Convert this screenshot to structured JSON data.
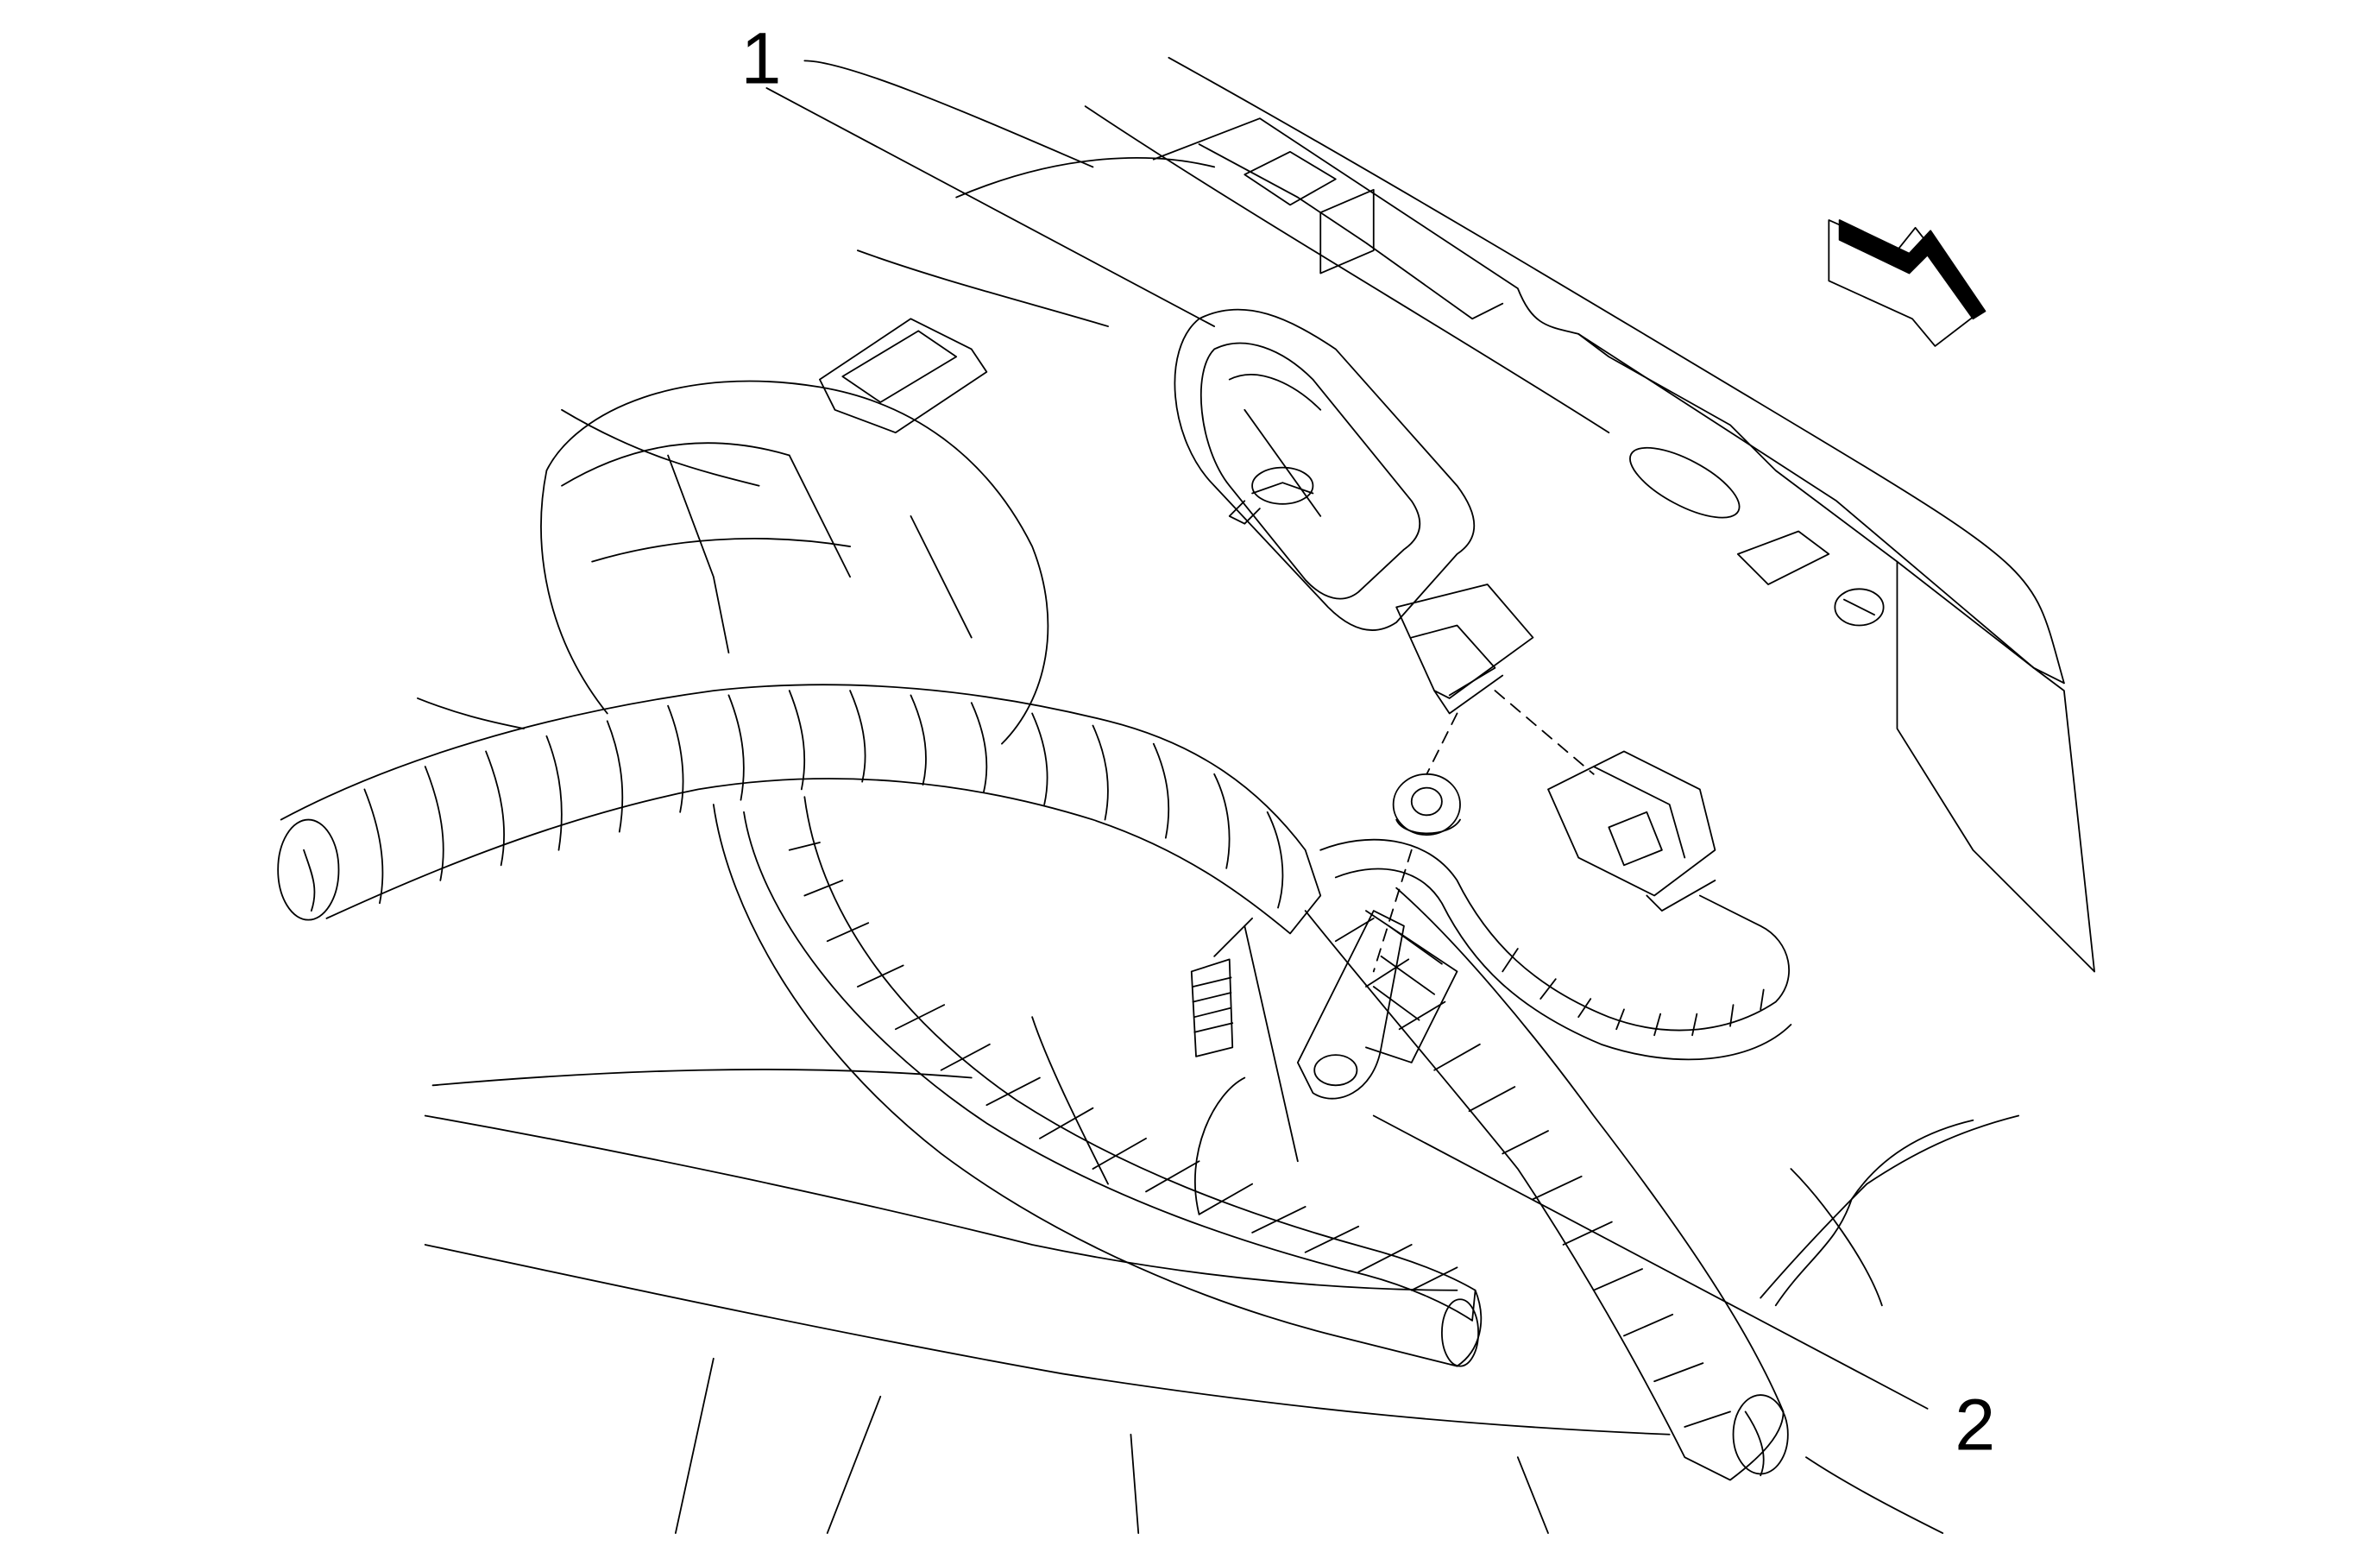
{
  "figure": {
    "callouts": [
      {
        "id": "1",
        "label": "1"
      },
      {
        "id": "2",
        "label": "2"
      }
    ],
    "colors": {
      "line": "#000000",
      "background": "#ffffff",
      "arrow_shadow": "#000000"
    }
  }
}
